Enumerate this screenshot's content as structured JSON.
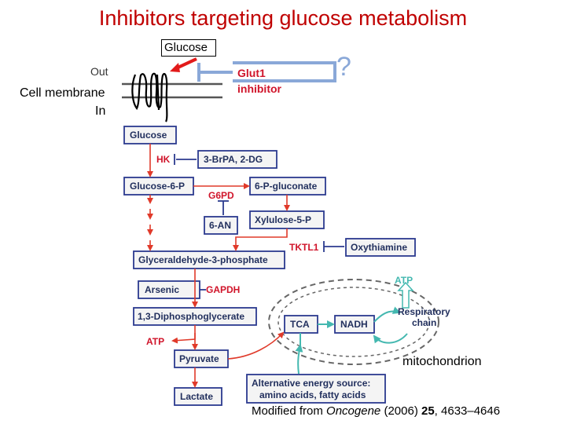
{
  "title": "Inhibitors targeting glucose metabolism",
  "labels": {
    "glucose_out": "Glucose",
    "out": "Out",
    "cell_membrane": "Cell membrane",
    "in": "In",
    "glut1": "Glut1",
    "inhibitor": "inhibitor",
    "question": "?",
    "mitochondrion": "mitochondrion"
  },
  "pathway": {
    "glucose": "Glucose",
    "hk": "HK",
    "brpa": "3-BrPA, 2-DG",
    "glucose6p": "Glucose-6-P",
    "g6pd": "G6PD",
    "gluconate": "6-P-gluconate",
    "an": "6-AN",
    "xylulose": "Xylulose-5-P",
    "tktl1": "TKTL1",
    "oxythiamine": "Oxythiamine",
    "g3p": "Glyceraldehyde-3-phosphate",
    "arsenic": "Arsenic",
    "gapdh": "GAPDH",
    "dpg": "1,3-Diphosphoglycerate",
    "atp1": "ATP",
    "pyruvate": "Pyruvate",
    "lactate": "Lactate",
    "tca": "TCA",
    "nadh": "NADH",
    "resp_line1": "Respiratory",
    "resp_line2": "chain",
    "atp2": "ATP",
    "alt_line1": "Alternative energy source:",
    "alt_line2": "amino acids, fatty acids"
  },
  "citation": {
    "prefix": "Modified from ",
    "journal": "Oncogene",
    "year": " (2006) ",
    "volume": "25",
    "pages": ", 4633–4646"
  },
  "colors": {
    "title": "#c00000",
    "box_border": "#2b3a8f",
    "box_fill": "#f4f4f4",
    "arrow_red": "#e03a2a",
    "inhibit_blue": "#2b3a8f",
    "glut_line": "#8aa8d8",
    "teal": "#44b8b0"
  }
}
